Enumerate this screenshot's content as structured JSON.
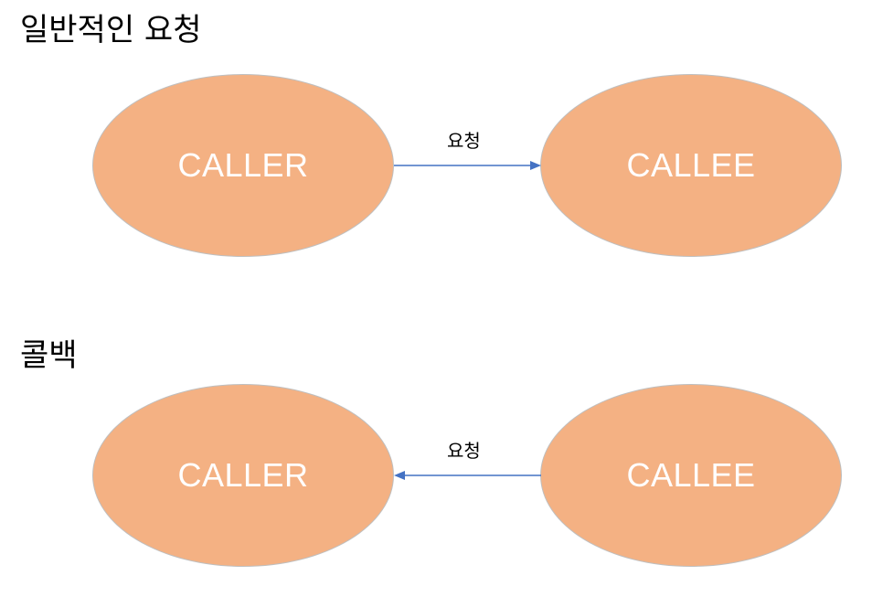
{
  "sections": [
    {
      "title": "일반적인 요청",
      "left_node": "CALLER",
      "right_node": "CALLEE",
      "arrow_label": "요청",
      "arrow_direction": "left-to-right"
    },
    {
      "title": "콜백",
      "left_node": "CALLER",
      "right_node": "CALLEE",
      "arrow_label": "요청",
      "arrow_direction": "right-to-left"
    }
  ],
  "colors": {
    "node_fill": "#f4b183",
    "node_border": "#bfbfbf",
    "node_text": "#ffffff",
    "arrow": "#4472c4"
  }
}
